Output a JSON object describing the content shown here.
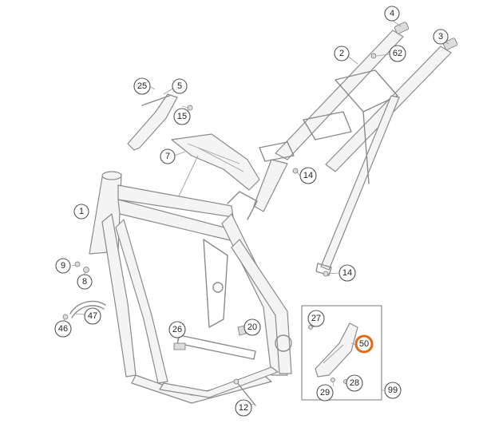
{
  "colors": {
    "line": "#8a8a8a",
    "callout_border": "#555555",
    "highlight": "#e06a14",
    "background": "#ffffff"
  },
  "callouts": [
    {
      "id": "c4",
      "label": "4"
    },
    {
      "id": "c3",
      "label": "3"
    },
    {
      "id": "c2",
      "label": "2"
    },
    {
      "id": "c62",
      "label": "62"
    },
    {
      "id": "c25",
      "label": "25"
    },
    {
      "id": "c5",
      "label": "5"
    },
    {
      "id": "c15",
      "label": "15"
    },
    {
      "id": "c7",
      "label": "7"
    },
    {
      "id": "c14a",
      "label": "14"
    },
    {
      "id": "c1",
      "label": "1"
    },
    {
      "id": "c9",
      "label": "9"
    },
    {
      "id": "c8",
      "label": "8"
    },
    {
      "id": "c14b",
      "label": "14"
    },
    {
      "id": "c47",
      "label": "47"
    },
    {
      "id": "c46",
      "label": "46"
    },
    {
      "id": "c26",
      "label": "26"
    },
    {
      "id": "c20",
      "label": "20"
    },
    {
      "id": "c27",
      "label": "27"
    },
    {
      "id": "c50",
      "label": "50",
      "highlighted": true
    },
    {
      "id": "c28",
      "label": "28"
    },
    {
      "id": "c29",
      "label": "29"
    },
    {
      "id": "c99",
      "label": "99"
    },
    {
      "id": "c12",
      "label": "12"
    }
  ]
}
